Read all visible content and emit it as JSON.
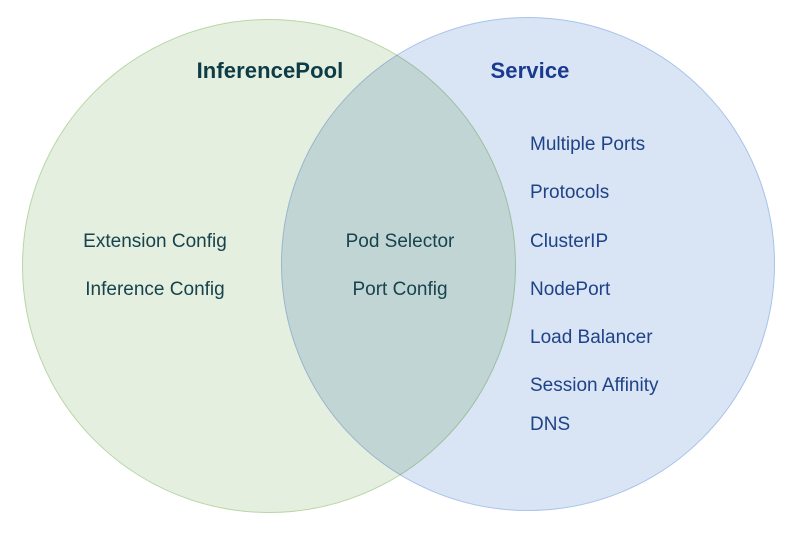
{
  "diagram": {
    "type": "venn",
    "background": "#ffffff",
    "left_set": {
      "title": "InferencePool",
      "title_color": "#0d3b46",
      "fill_color": "#e4efdf",
      "border_color": "#b9d6a6",
      "text_color": "#17434d",
      "items": [
        "Extension Config",
        "Inference Config"
      ]
    },
    "right_set": {
      "title": "Service",
      "title_color": "#1a3a8f",
      "fill_color": "#d9e4f4",
      "border_color": "#a9c3ea",
      "text_color": "#1e4388",
      "items": [
        "Multiple Ports",
        "Protocols",
        "ClusterIP",
        "NodePort",
        "Load Balancer",
        "Session Affinity",
        "DNS"
      ]
    },
    "intersection": {
      "fill_color": "#d5e2d9",
      "text_color": "#17434d",
      "items": [
        "Pod Selector",
        "Port Config"
      ]
    }
  }
}
